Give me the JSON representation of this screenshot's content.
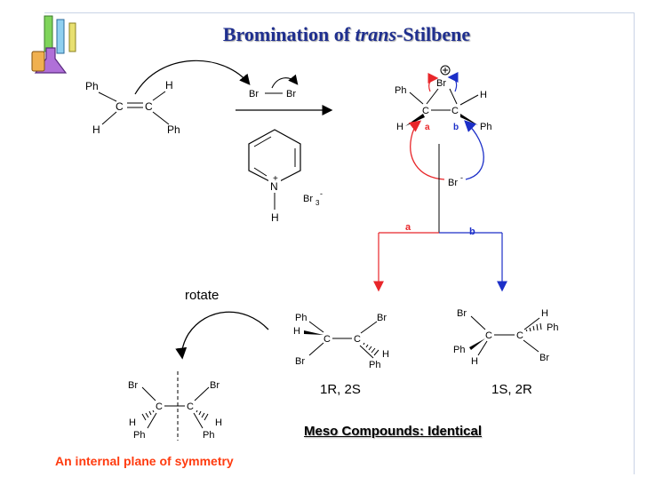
{
  "title": {
    "prefix": "Bromination of ",
    "emph": "trans",
    "suffix": "-Stilbene"
  },
  "labels": {
    "ph": "Ph",
    "h": "H",
    "c": "C",
    "br": "Br",
    "n": "N",
    "br3": "Br",
    "br3_sub": "3",
    "plus": "+",
    "minus": "-",
    "path_a": "a",
    "path_b": "b"
  },
  "rotate_label": "rotate",
  "stereo_left": "1R, 2S",
  "stereo_right": "1S, 2R",
  "meso_caption": "Meso Compounds: Identical",
  "symmetry_caption": "An internal plane of symmetry",
  "colors": {
    "path_a": "#e8262a",
    "path_b": "#1c2fc8",
    "title": "#1f2f8f",
    "accent_text": "#ff3b0f"
  }
}
